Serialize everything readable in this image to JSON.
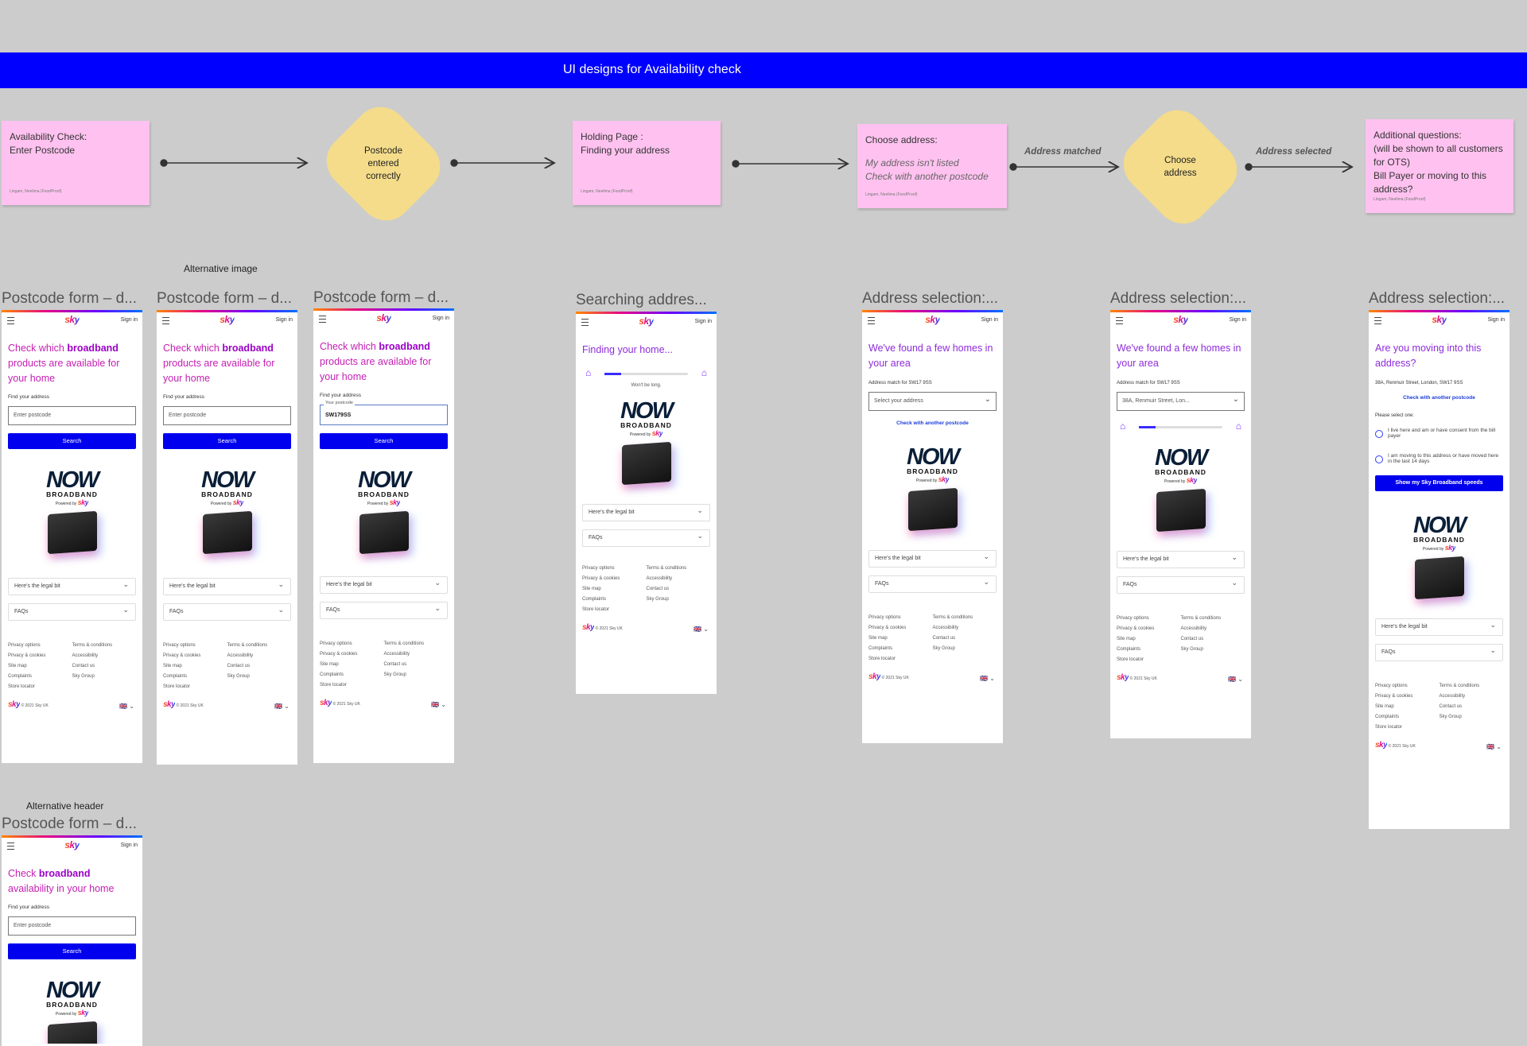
{
  "banner": {
    "title": "UI designs for Availability check"
  },
  "flow": {
    "sticky1": {
      "text": "Availability Check:\nEnter Postcode",
      "author": "Lingam, Neelima (FoodProof)"
    },
    "diamond1": {
      "text": "Postcode\nentered\ncorrectly"
    },
    "sticky2": {
      "text": "Holding Page :\nFinding your address",
      "author": "Lingam, Neelima (FoodProof)"
    },
    "sticky3": {
      "text": "Choose address:",
      "italic": "My address isn't listed\nCheck with another postcode",
      "author": "Lingam, Neelima (FoodProof)"
    },
    "edge1": "Address matched",
    "diamond2": {
      "text": "Choose\naddress"
    },
    "edge2": "Address selected",
    "sticky4": {
      "text": "Additional questions:\n(will be shown to all customers for OTS)\nBill Payer or moving to this address?",
      "author": "Lingam, Neelima (FoodProof)"
    }
  },
  "notes": {
    "alt_image": "Alternative  image",
    "alt_header": "Alternative  header"
  },
  "frame_titles": {
    "postcode": "Postcode form – d...",
    "searching": "Searching addres...",
    "address": "Address selection:..."
  },
  "common": {
    "sky": "sky",
    "signin": "Sign in",
    "find_address": "Find your address",
    "postcode_placeholder": "Enter postcode",
    "search": "Search",
    "now": "NOW",
    "broadband": "BROADBAND",
    "powered_by": "Powered by",
    "legal": "Here's the legal bit",
    "faqs": "FAQs",
    "footer": [
      "Privacy options",
      "Terms & conditions",
      "Privacy & cookies",
      "Accessibility",
      "Site map",
      "Contact us",
      "Complaints",
      "Sky Group",
      "Store locator"
    ],
    "copyright": "© 2021 Sky UK",
    "flag": "🇬🇧 ⌄"
  },
  "postcode": {
    "headline_pre": "Check which ",
    "headline_bold": "broadband",
    "headline_post": " products are available for your home",
    "filled_label": "Your postcode",
    "filled_value": "SW179SS"
  },
  "alt_header": {
    "headline_pre": "Check ",
    "headline_bold": "broadband",
    "headline_post": " availability in your home"
  },
  "searching": {
    "headline": "Finding your home...",
    "wait": "Won't be long."
  },
  "address": {
    "headline": "We've found a few homes in your area",
    "match": "Address match for SW17 9SS",
    "select_placeholder": "Select your address",
    "selected": "38A, Renmuir Street, Lon...",
    "another": "Check with another postcode"
  },
  "moving": {
    "headline": "Are you moving into this address?",
    "address": "38A, Renmuir Street, London, SW17 9SS",
    "another": "Check with another postcode",
    "select_one": "Please select one:",
    "option1": "I live here and am or have consent from the bill payer",
    "option2": "I am moving to this address or have moved here in the last 14 days",
    "cta": "Show my Sky Broadband speeds"
  }
}
